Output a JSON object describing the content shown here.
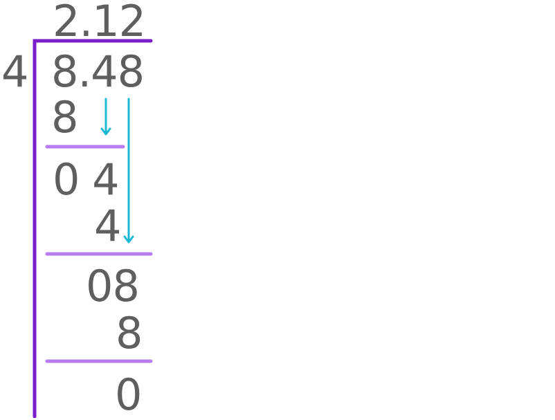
{
  "division": {
    "quotient": "2.12",
    "divisor": "4",
    "dividend": "8.48",
    "steps": [
      {
        "subtract": "8",
        "remainder": "0 4"
      },
      {
        "subtract": "4",
        "remainder": "08"
      },
      {
        "subtract": "8",
        "remainder": "0"
      }
    ]
  },
  "colors": {
    "text": "#5f5f5f",
    "bracket": "#7a1ec9",
    "subtraction_rule": "#b87cf0",
    "bring_down_arrow": "#1bb8d4"
  }
}
